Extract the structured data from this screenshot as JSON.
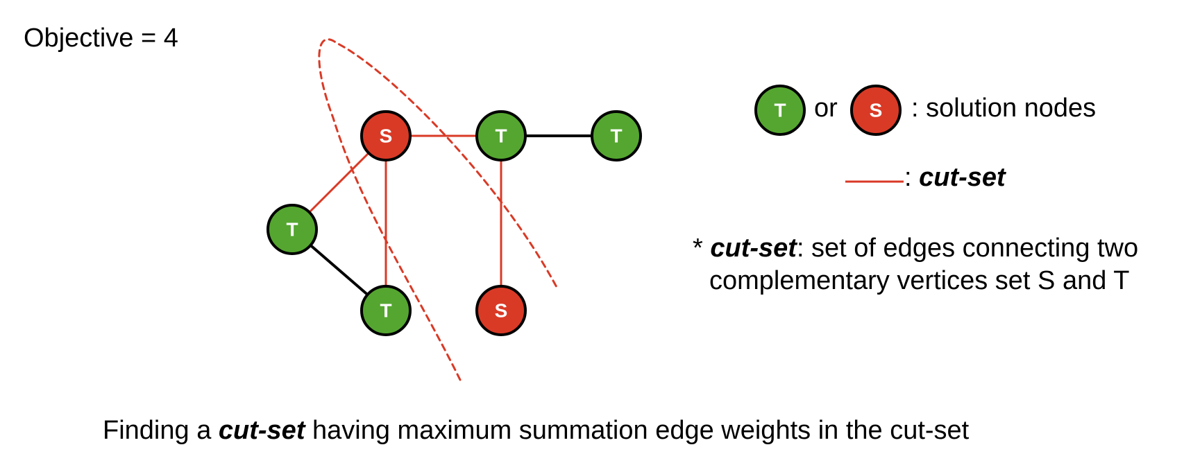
{
  "objective": "Objective = 4",
  "colors": {
    "T": "#55a630",
    "S": "#d93a26",
    "cut": "#d93a26",
    "edge": "#000000",
    "border": "#000000"
  },
  "graph": {
    "nodes": [
      {
        "id": "n1",
        "label": "S"
      },
      {
        "id": "n2",
        "label": "T"
      },
      {
        "id": "n3",
        "label": "T"
      },
      {
        "id": "n4",
        "label": "T"
      },
      {
        "id": "n5",
        "label": "T"
      },
      {
        "id": "n6",
        "label": "S"
      }
    ],
    "edges": [
      {
        "from": "n1",
        "to": "n2",
        "cut": true
      },
      {
        "from": "n2",
        "to": "n3",
        "cut": false
      },
      {
        "from": "n1",
        "to": "n4",
        "cut": true
      },
      {
        "from": "n1",
        "to": "n5",
        "cut": true
      },
      {
        "from": "n4",
        "to": "n5",
        "cut": false
      },
      {
        "from": "n2",
        "to": "n6",
        "cut": true
      }
    ]
  },
  "legend": {
    "node_T": "T",
    "node_S": "S",
    "or_text": "or",
    "solution_text": ": solution nodes",
    "cut_prefix": ": ",
    "cut_label": "cut-set"
  },
  "note": {
    "prefix": "* ",
    "term": "cut-set",
    "line1_rest": ": set of edges connecting two",
    "line2": "complementary vertices set S and T"
  },
  "footer": {
    "before": "Finding a ",
    "term": "cut-set",
    "after": " having maximum summation edge weights in the cut-set"
  }
}
